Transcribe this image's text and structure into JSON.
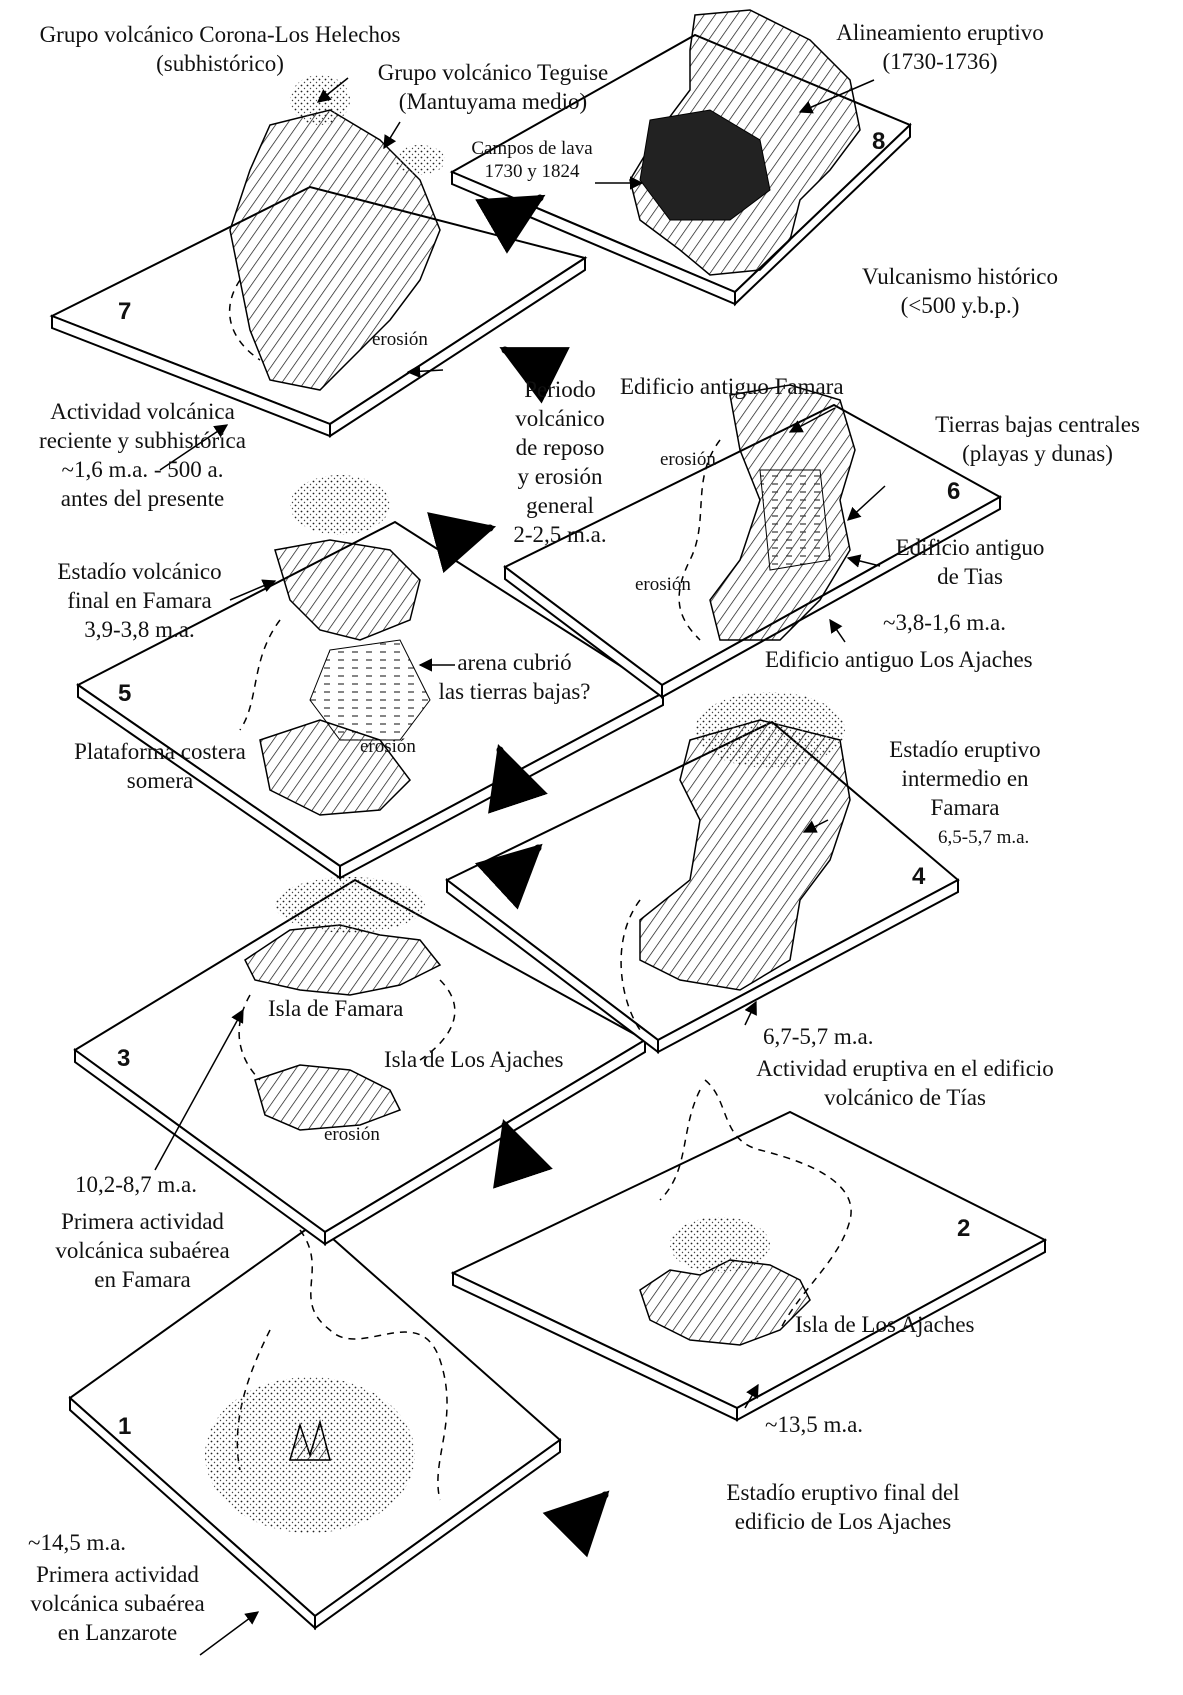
{
  "stages": [
    {
      "number": "1",
      "age": "~14,5 m.a.",
      "description": [
        "Primera actividad",
        "volcánica subaérea",
        "en Lanzarote"
      ]
    },
    {
      "number": "2",
      "feature": "Isla de Los Ajaches",
      "age": "~13,5 m.a.",
      "description": [
        "Estadío eruptivo final del",
        "edificio de Los Ajaches"
      ]
    },
    {
      "number": "3",
      "feature_famara": "Isla de Famara",
      "feature_ajaches": "Isla de Los Ajaches",
      "erosion": "erosión",
      "age": "10,2-8,7 m.a.",
      "description": [
        "Primera actividad",
        "volcánica subaérea",
        "en Famara"
      ]
    },
    {
      "number": "4",
      "famara_label": [
        "Estadío eruptivo",
        "intermedio en",
        "Famara"
      ],
      "famara_age": "6,5-5,7 m.a.",
      "tias_age": "6,7-5,7 m.a.",
      "tias_label": [
        "Actividad eruptiva en el edificio",
        "volcánico de Tías"
      ]
    },
    {
      "number": "5",
      "final_label": [
        "Estadío volcánico",
        "final en Famara",
        "3,9-3,8 m.a."
      ],
      "sand_label": [
        "arena cubrió",
        "las tierras bajas?"
      ],
      "platform_label": [
        "Plataforma costera",
        "somera"
      ],
      "erosion": "erosión"
    },
    {
      "number": "6",
      "famara_label": "Edificio antiguo Famara",
      "lowlands_label": [
        "Tierras bajas centrales",
        "(playas y dunas)"
      ],
      "tias_label": [
        "Edificio antiguo",
        "de Tias"
      ],
      "age": "~3,8-1,6 m.a.",
      "ajaches_label": "Edificio antiguo Los Ajaches",
      "erosion_top": "erosión",
      "erosion_bottom": "erosión"
    },
    {
      "number": "7",
      "corona_label": [
        "Grupo volcánico Corona-Los Helechos",
        "(subhistórico)"
      ],
      "teguise_label": [
        "Grupo volcánico Teguise",
        "(Mantuyama medio)"
      ],
      "erosion": "erosión",
      "description": [
        "Actividad volcánica",
        "reciente y subhistórica",
        "~1,6 m.a. - 500 a.",
        "antes del presente"
      ]
    },
    {
      "number": "8",
      "alignment_label": [
        "Alineamiento eruptivo",
        "(1730-1736)"
      ],
      "lava_label": [
        "Campos de lava",
        "1730 y 1824"
      ],
      "historic_label": [
        "Vulcanismo histórico",
        "(<500 y.b.p.)"
      ]
    }
  ],
  "rest_period": [
    "Periodo",
    "volcánico",
    "de reposo",
    "y erosión",
    "general",
    "2-2,5 m.a."
  ]
}
